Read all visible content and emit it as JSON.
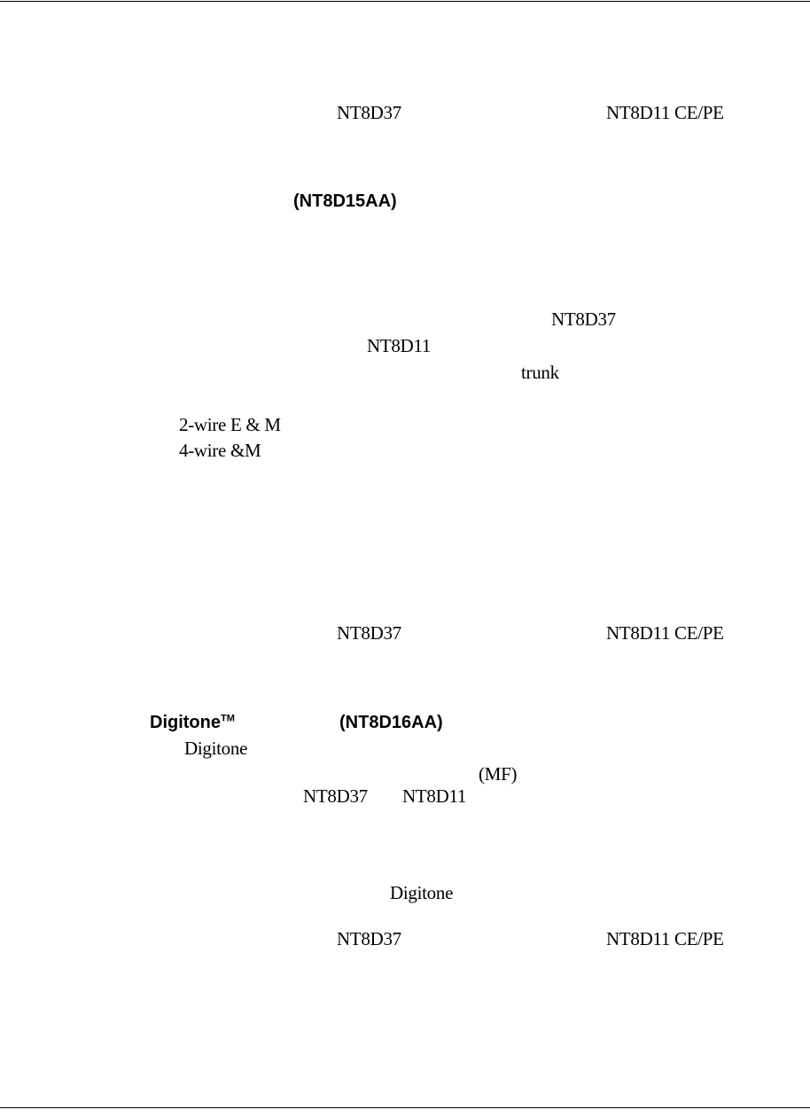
{
  "fragments": {
    "l1_a": "NT8D37",
    "l1_b": "NT8D11 CE/PE",
    "h1": "(NT8D15AA)",
    "l2_a": "NT8D37",
    "l2_b": "NT8D11",
    "l2_c": "trunk",
    "item1": "2-wire E & M",
    "item2": "4-wire   &M",
    "l3_a": "NT8D37",
    "l3_b": "NT8D11 CE/PE",
    "h2_a": "Digitone",
    "h2_tm": "TM",
    "h2_b": "(NT8D16AA)",
    "l4_a": "Digitone",
    "l4_b": "(MF)",
    "l4_c": "NT8D37",
    "l4_d": "NT8D11",
    "l5_a": "Digitone",
    "l6_a": "NT8D37",
    "l6_b": "NT8D11 CE/PE"
  }
}
